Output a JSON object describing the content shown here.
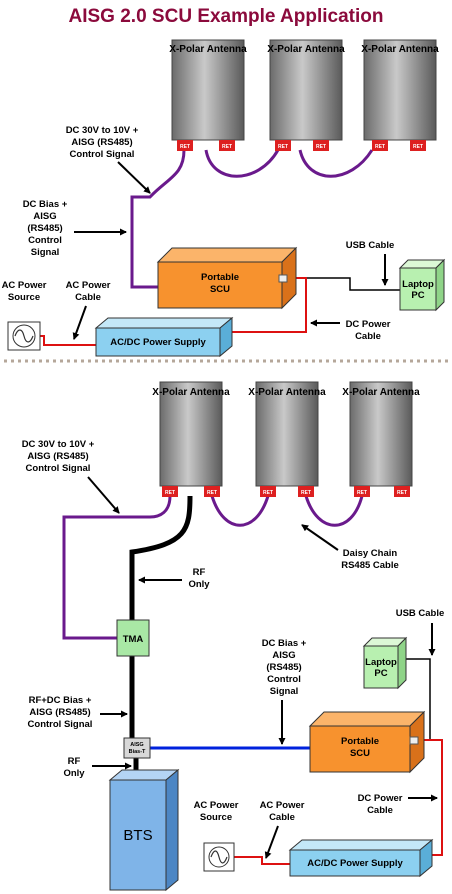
{
  "title": "AISG 2.0 SCU Example Application",
  "top": {
    "antennas": [
      "X-Polar Antenna",
      "X-Polar Antenna",
      "X-Polar Antenna"
    ],
    "connector_labels": [
      "RET",
      "RET",
      "RET",
      "RET",
      "RET",
      "RET"
    ],
    "scu_label": [
      "Portable",
      "SCU"
    ],
    "laptop_label": [
      "Laptop",
      "PC"
    ],
    "power_supply_label": "AC/DC Power Supply",
    "labels": {
      "dc_control": [
        "DC 30V to 10V +",
        "AISG (RS485)",
        "Control Signal"
      ],
      "dc_bias": [
        "DC Bias +",
        "AISG",
        "(RS485)",
        "Control",
        "Signal"
      ],
      "usb_cable": "USB Cable",
      "ac_power_source": [
        "AC Power",
        "Source"
      ],
      "ac_power_cable": [
        "AC Power",
        "Cable"
      ],
      "dc_power_cable": [
        "DC Power",
        "Cable"
      ]
    }
  },
  "bottom": {
    "antennas": [
      "X-Polar Antenna",
      "X-Polar Antenna",
      "X-Polar Antenna"
    ],
    "connector_labels": [
      "RET",
      "RET",
      "RET",
      "RET",
      "RET",
      "RET"
    ],
    "tma_label": "TMA",
    "bias_tee_label": [
      "AISG",
      "Bias-T"
    ],
    "bts_label": "BTS",
    "scu_label": [
      "Portable",
      "SCU"
    ],
    "laptop_label": [
      "Laptop",
      "PC"
    ],
    "power_supply_label": "AC/DC Power Supply",
    "labels": {
      "dc_control": [
        "DC 30V to 10V +",
        "AISG (RS485)",
        "Control Signal"
      ],
      "rf_only_1": [
        "RF",
        "Only"
      ],
      "daisy_chain": [
        "Daisy Chain",
        "RS485 Cable"
      ],
      "usb_cable": "USB Cable",
      "dc_bias": [
        "DC Bias +",
        "AISG",
        "(RS485)",
        "Control",
        "Signal"
      ],
      "rf_dc_bias": [
        "RF+DC Bias +",
        "AISG (RS485)",
        "Control Signal"
      ],
      "rf_only_2": [
        "RF",
        "Only"
      ],
      "ac_power_source": [
        "AC Power",
        "Source"
      ],
      "ac_power_cable": [
        "AC Power",
        "Cable"
      ],
      "dc_power_cable": [
        "DC Power",
        "Cable"
      ]
    }
  },
  "colors": {
    "title": "#8b0a3c",
    "daisy_chain": "#6a1a8c",
    "rf_coax": "#000000",
    "bias_signal": "#0022dd",
    "power_cable": "#dd1111",
    "scu": "#f7922e",
    "tma": "#a9e8a5",
    "laptop": "#b8f0b0",
    "power_supply": "#8cd0f0",
    "bts": "#7fb4e8",
    "divider": "#b5a79a"
  }
}
